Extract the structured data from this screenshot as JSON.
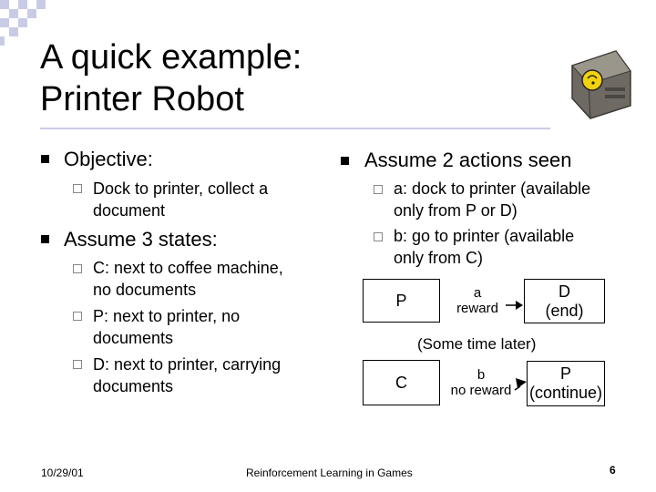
{
  "title": {
    "line1": "A quick example:",
    "line2": "Printer Robot"
  },
  "left": {
    "objective": {
      "label": "Objective:",
      "items": [
        "Dock to printer, collect a",
        "document"
      ]
    },
    "states": {
      "label": "Assume 3 states:",
      "items": [
        [
          "C: next to coffee machine,",
          "no documents"
        ],
        [
          "P: next to printer, no",
          "documents"
        ],
        [
          "D: next to printer, carrying",
          "documents"
        ]
      ]
    }
  },
  "right": {
    "actions": {
      "label": "Assume 2 actions seen",
      "items": [
        [
          "a: dock to printer (available",
          "only from P or D)"
        ],
        [
          "b: go to printer (available",
          "only from C)"
        ]
      ]
    }
  },
  "diagram": {
    "top": {
      "from": "P",
      "action": "a",
      "reward": "reward",
      "to_line1": "D",
      "to_line2": "(end)"
    },
    "later": "(Some time later)",
    "bottom": {
      "from": "C",
      "action": "b",
      "reward": "no reward",
      "to_line1": "P",
      "to_line2": "(continue)"
    }
  },
  "footer": {
    "date": "10/29/01",
    "course": "Reinforcement Learning in Games",
    "page": "6"
  },
  "colors": {
    "accent": "#c9cbe6",
    "robot_body": "#6e6a63",
    "robot_eye": "#f2d10f"
  }
}
